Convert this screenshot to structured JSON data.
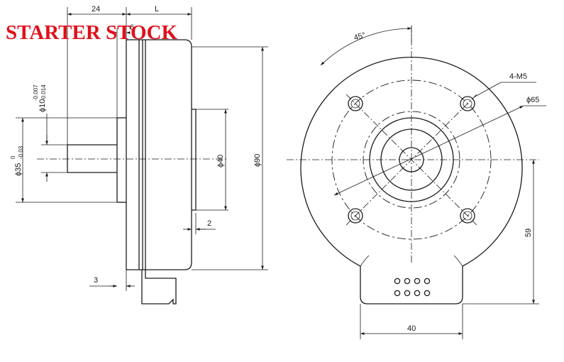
{
  "watermark": "STARTER STOCK",
  "side_view": {
    "dim_24": "24",
    "dim_L": "L",
    "dim_6": "6",
    "dim_phi10": "ϕ10",
    "dim_phi10_tol_upper": "-0.007",
    "dim_phi10_tol_lower": "-0.014",
    "dim_phi35": "ϕ35",
    "dim_phi35_tol_upper": "0",
    "dim_phi35_tol_lower": "-0.03",
    "dim_phi40": "ϕ40",
    "dim_phi90": "ϕ90",
    "dim_2": "2",
    "dim_3": "3"
  },
  "front_view": {
    "angle_45": "45°",
    "holes_label": "4-M5",
    "dim_phi65": "ϕ65",
    "dim_59": "59",
    "dim_40": "40"
  }
}
